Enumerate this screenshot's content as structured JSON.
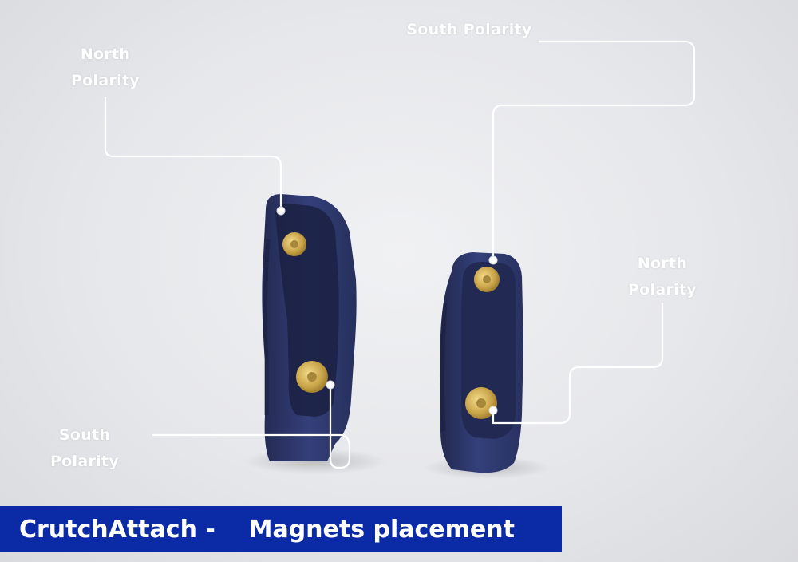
{
  "labels": {
    "left_north_line1": "North",
    "left_north_line2": "Polarity",
    "left_south": "South Polarity",
    "right_south": "South Polarity",
    "right_north_line1": "North",
    "right_north_line2": "Polarity"
  },
  "title_bar": {
    "text": "CrutchAttach -    Magnets placement"
  },
  "colors": {
    "title_bar_bg": "#0b2aa6",
    "device": "#2c3566",
    "magnet": "#c9a448",
    "callout": "#ffffff"
  }
}
